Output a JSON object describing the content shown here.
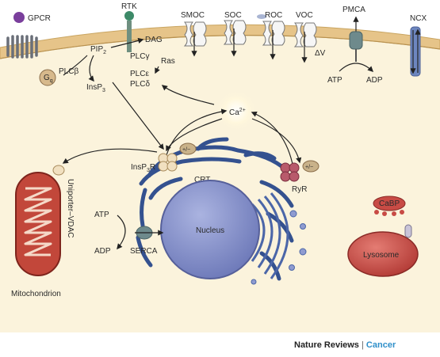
{
  "labels": {
    "gpcr": "GPCR",
    "gq": "G",
    "gq_sub": "q",
    "plcb": "PLCβ",
    "rtk": "RTK",
    "plcg": "PLCγ",
    "pip": "PIP",
    "pip_sub": "2",
    "dag": "DAG",
    "ras": "Ras",
    "plce": "PLCε",
    "plcd": "PLCδ",
    "insp3": "InsP",
    "insp3_sub": "3",
    "smoc": "SMOC",
    "soc": "SOC",
    "roc": "ROC",
    "voc": "VOC",
    "delta_v": "ΔV",
    "pmca": "PMCA",
    "atp": "ATP",
    "adp": "ADP",
    "ncx": "NCX",
    "ca": "Ca",
    "ca_sup": "2+",
    "pm1": "+/−",
    "pm2": "+/−",
    "insp3r": "InsP",
    "insp3r_sub": "3",
    "insp3r_r": "R",
    "crt": "CRT",
    "ryr": "RyR",
    "uniporter": "Uniporter–VDAC",
    "mitochondrion": "Mitochondrion",
    "nucleus": "Nucleus",
    "serca": "SERCA",
    "atp2": "ATP",
    "adp2": "ADP",
    "cabp": "CaBP",
    "lysosome": "Lysosome"
  },
  "footer": {
    "brand": "Nature Reviews",
    "sep": " | ",
    "journal": "Cancer"
  },
  "colors": {
    "cytoplasm": "#fbf3dc",
    "membrane": "#e8c98b",
    "er": "#3a5aa0",
    "nucleus": "#8f9bd0",
    "mito": "#c2473a",
    "lysosome": "#c84b45",
    "gpcr_ball": "#7a3f9c"
  }
}
